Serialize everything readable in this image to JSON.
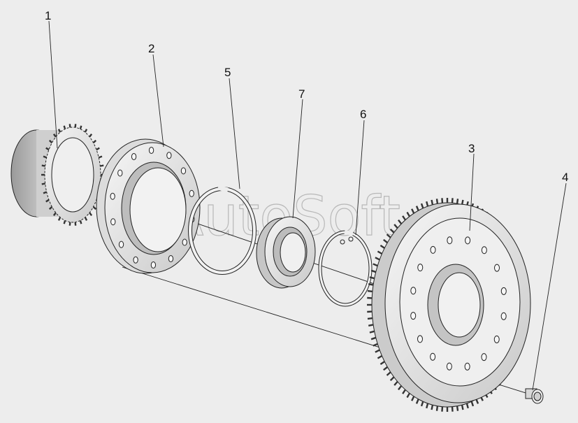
{
  "watermark": "AutoSoft",
  "callouts": [
    {
      "id": "1",
      "label": "1"
    },
    {
      "id": "2",
      "label": "2"
    },
    {
      "id": "5",
      "label": "5"
    },
    {
      "id": "7",
      "label": "7"
    },
    {
      "id": "6",
      "label": "6"
    },
    {
      "id": "3",
      "label": "3"
    },
    {
      "id": "4",
      "label": "4"
    }
  ],
  "parts": [
    {
      "callout": "1",
      "name": "spline-gear"
    },
    {
      "callout": "2",
      "name": "splined-flange"
    },
    {
      "callout": "5",
      "name": "retaining-ring-large"
    },
    {
      "callout": "7",
      "name": "bearing"
    },
    {
      "callout": "6",
      "name": "retaining-ring-small"
    },
    {
      "callout": "3",
      "name": "driven-gear"
    },
    {
      "callout": "4",
      "name": "bolt"
    }
  ],
  "colors": {
    "background": "#ededed",
    "metal_light": "#f4f4f4",
    "metal_mid": "#d4d4d4",
    "metal_dark": "#a8a8a8",
    "line": "#222222"
  }
}
